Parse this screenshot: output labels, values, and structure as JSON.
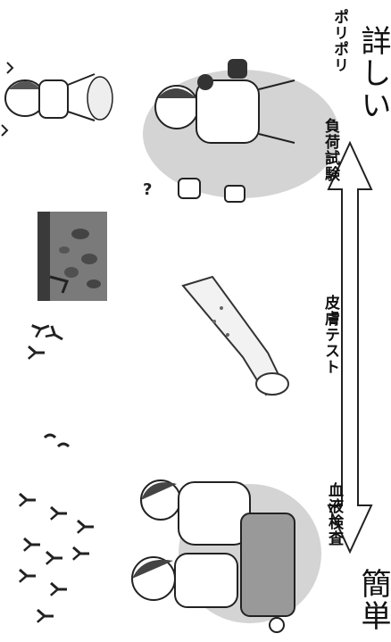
{
  "labels": {
    "scratching": "ポリポリ",
    "challenge_test": "負荷試験",
    "skin_test": "皮膚テスト",
    "blood_test": "血液検査",
    "detailed": "詳しい",
    "simple": "簡単"
  },
  "icons": {
    "child_scratching": "child-scratching-icon",
    "child_eating": "child-eating-icon",
    "mother_child": "mother-child-icon",
    "arm": "arm-skin-test-icon",
    "antibody": "antibody-icon",
    "microscope": "microscope-skin-image",
    "arrow": "double-headed-arrow"
  },
  "colors": {
    "ink": "#111111",
    "shadow": "#d4d4d4",
    "photo": "#7a7a7a"
  }
}
